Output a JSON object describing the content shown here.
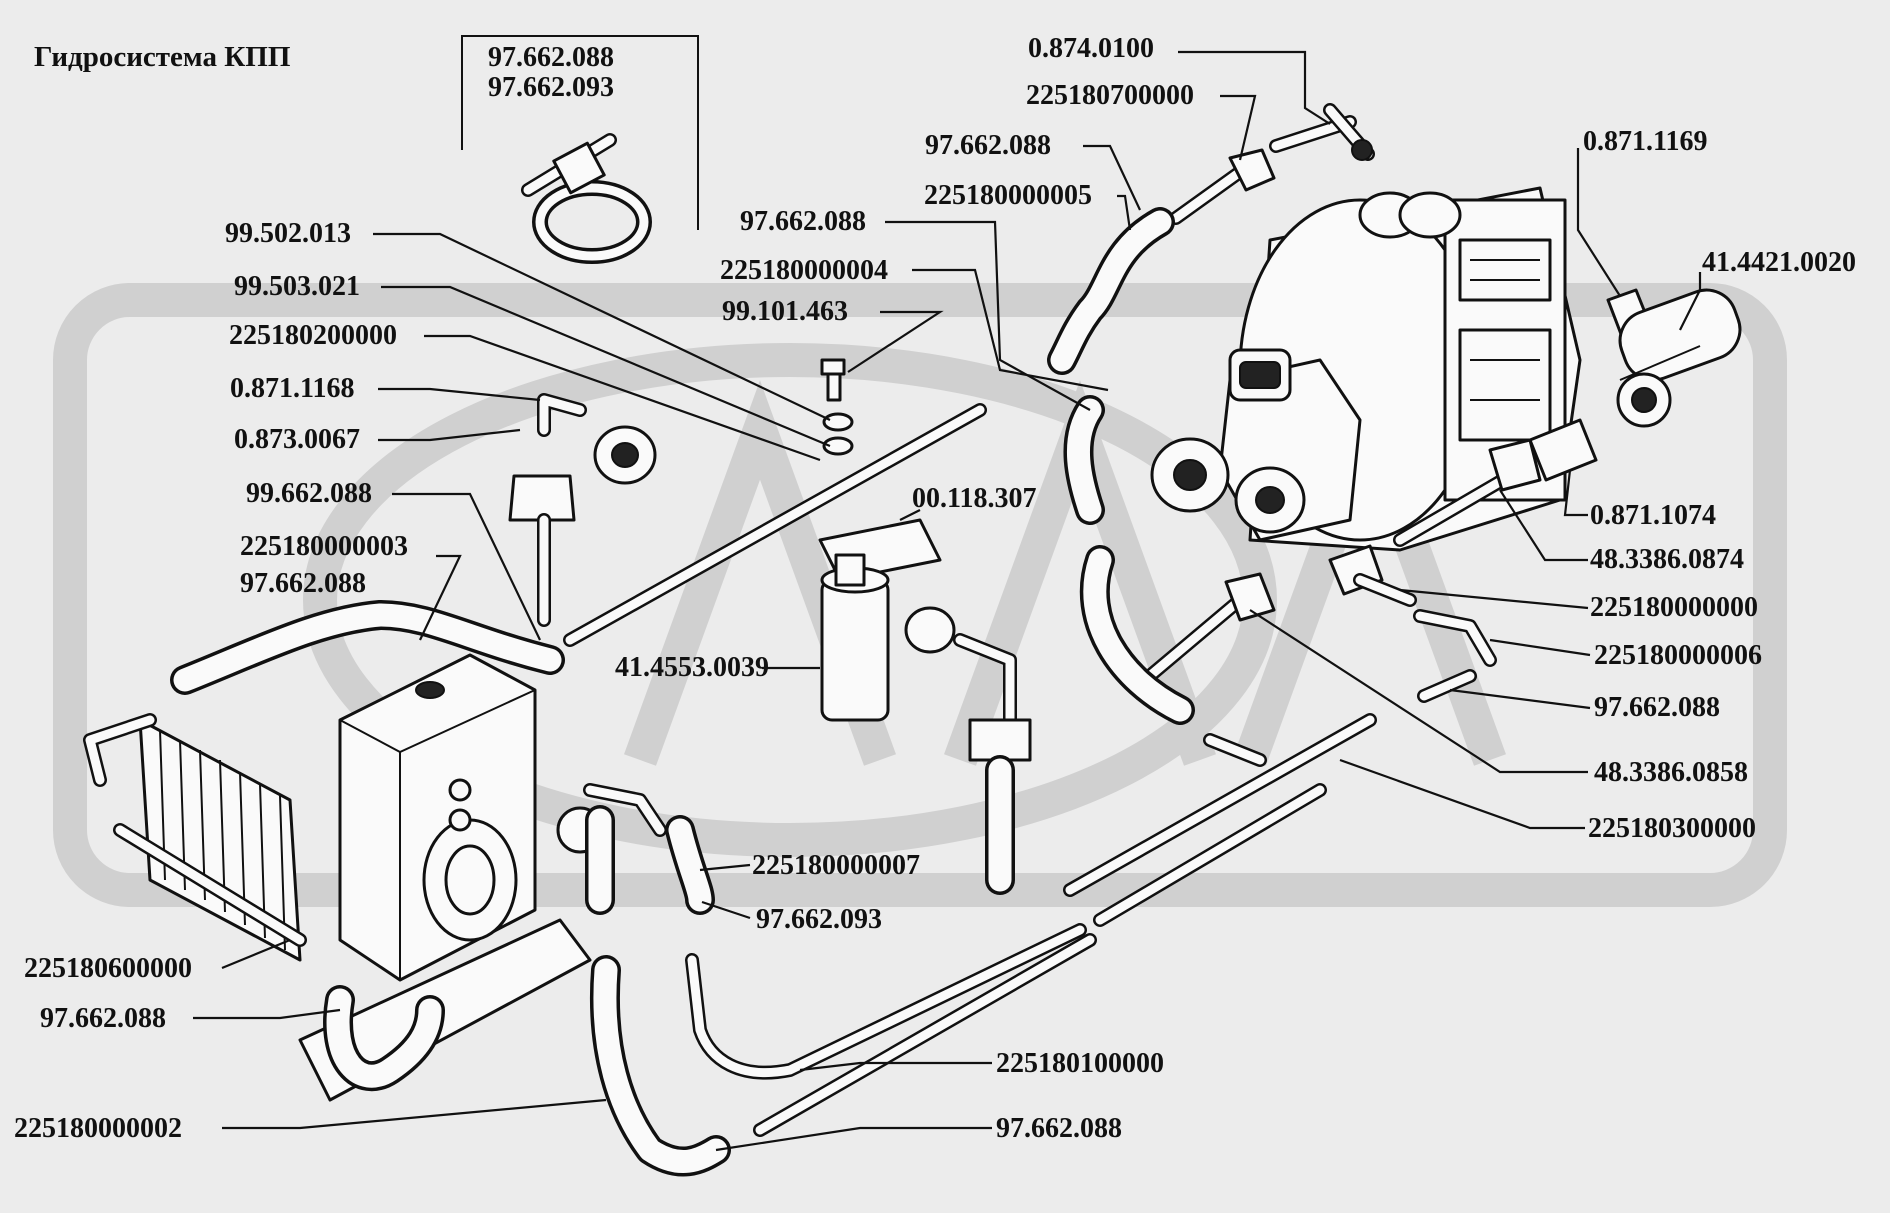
{
  "title": "Гидросистема КПП",
  "bracket_label": [
    "97.662.088",
    "97.662.093"
  ],
  "callouts": [
    {
      "id": "c01",
      "text": "0.874.0100"
    },
    {
      "id": "c02",
      "text": "225180700000"
    },
    {
      "id": "c03",
      "text": "97.662.088"
    },
    {
      "id": "c04",
      "text": "225180000005"
    },
    {
      "id": "c05",
      "text": "97.662.088"
    },
    {
      "id": "c06",
      "text": "225180000004"
    },
    {
      "id": "c07",
      "text": "99.101.463"
    },
    {
      "id": "c08",
      "text": "99.502.013"
    },
    {
      "id": "c09",
      "text": "99.503.021"
    },
    {
      "id": "c10",
      "text": "225180200000"
    },
    {
      "id": "c11",
      "text": "0.871.1168"
    },
    {
      "id": "c12",
      "text": "0.873.0067"
    },
    {
      "id": "c13",
      "text": "99.662.088"
    },
    {
      "id": "c14",
      "text": "225180000003"
    },
    {
      "id": "c15",
      "text": "97.662.088"
    },
    {
      "id": "c16",
      "text": "00.118.307"
    },
    {
      "id": "c17",
      "text": "41.4553.0039"
    },
    {
      "id": "c18",
      "text": "0.871.1169"
    },
    {
      "id": "c19",
      "text": "41.4421.0020"
    },
    {
      "id": "c20",
      "text": "0.871.1074"
    },
    {
      "id": "c21",
      "text": "48.3386.0874"
    },
    {
      "id": "c22",
      "text": "225180000000"
    },
    {
      "id": "c23",
      "text": "225180000006"
    },
    {
      "id": "c24",
      "text": "97.662.088"
    },
    {
      "id": "c25",
      "text": "48.3386.0858"
    },
    {
      "id": "c26",
      "text": "225180300000"
    },
    {
      "id": "c27",
      "text": "225180000007"
    },
    {
      "id": "c28",
      "text": "97.662.093"
    },
    {
      "id": "c29",
      "text": "225180600000"
    },
    {
      "id": "c30",
      "text": "97.662.088"
    },
    {
      "id": "c31",
      "text": "225180100000"
    },
    {
      "id": "c32",
      "text": "225180000002"
    },
    {
      "id": "c33",
      "text": "97.662.088"
    }
  ]
}
